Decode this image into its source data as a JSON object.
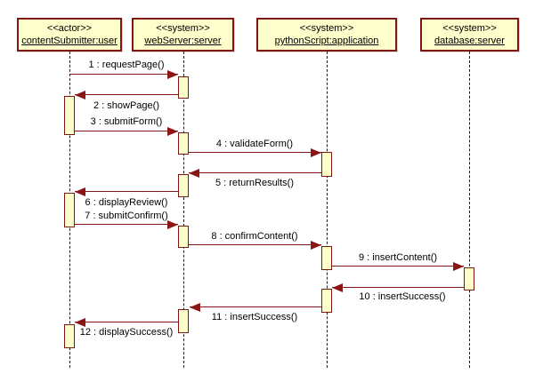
{
  "colors": {
    "background": "#FFFFFF",
    "shape_fill": "#FFFFCC",
    "shape_border": "#7D1616",
    "arrow": "#8B1414",
    "lifeline": "#1A1A1A",
    "text": "#000000"
  },
  "diagram": {
    "participants": [
      {
        "stereotype": "<<actor>>",
        "name": "contentSubmitter:user"
      },
      {
        "stereotype": "<<system>>",
        "name": "webServer:server"
      },
      {
        "stereotype": "<<system>>",
        "name": "pythonScript:application"
      },
      {
        "stereotype": "<<system>>",
        "name": "database:server"
      }
    ],
    "messages": [
      {
        "seq": 1,
        "label": "1 : requestPage()",
        "from": "contentSubmitter:user",
        "to": "webServer:server"
      },
      {
        "seq": 2,
        "label": "2 : showPage()",
        "from": "webServer:server",
        "to": "contentSubmitter:user"
      },
      {
        "seq": 3,
        "label": "3 : submitForm()",
        "from": "contentSubmitter:user",
        "to": "webServer:server"
      },
      {
        "seq": 4,
        "label": "4 : validateForm()",
        "from": "webServer:server",
        "to": "pythonScript:application"
      },
      {
        "seq": 5,
        "label": "5 : returnResults()",
        "from": "pythonScript:application",
        "to": "webServer:server"
      },
      {
        "seq": 6,
        "label": "6 : displayReview()",
        "from": "webServer:server",
        "to": "contentSubmitter:user"
      },
      {
        "seq": 7,
        "label": "7 : submitConfirm()",
        "from": "contentSubmitter:user",
        "to": "webServer:server"
      },
      {
        "seq": 8,
        "label": "8 : confirmContent()",
        "from": "webServer:server",
        "to": "pythonScript:application"
      },
      {
        "seq": 9,
        "label": "9 : insertContent()",
        "from": "pythonScript:application",
        "to": "database:server"
      },
      {
        "seq": 10,
        "label": "10 : insertSuccess()",
        "from": "database:server",
        "to": "pythonScript:application"
      },
      {
        "seq": 11,
        "label": "11 : insertSuccess()",
        "from": "pythonScript:application",
        "to": "webServer:server"
      },
      {
        "seq": 12,
        "label": "12 : displaySuccess()",
        "from": "webServer:server",
        "to": "contentSubmitter:user"
      }
    ]
  }
}
